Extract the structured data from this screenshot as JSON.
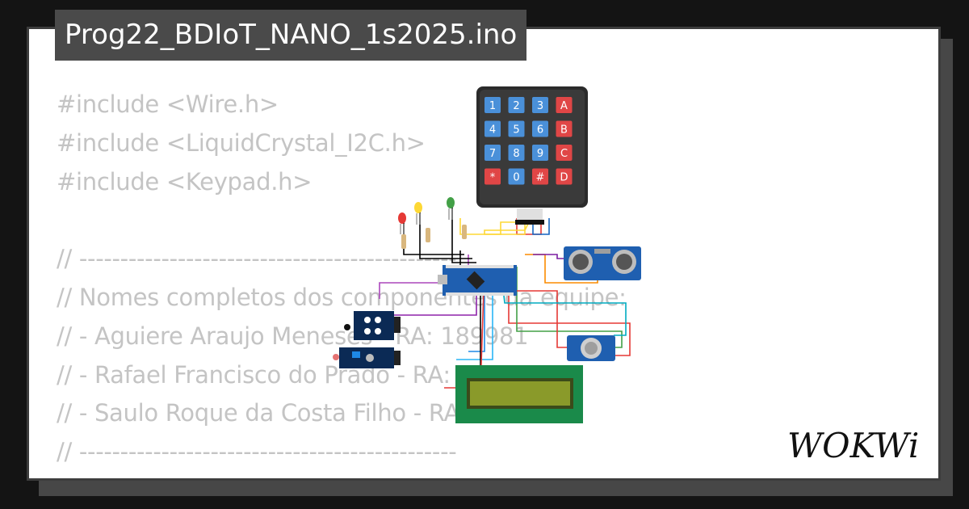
{
  "title": "Prog22_BDIoT_NANO_1s2025.ino",
  "code_lines": [
    "#include <Wire.h>",
    "#include <LiquidCrystal_I2C.h>",
    "#include <Keypad.h>",
    "",
    "// ----------------------------------------------",
    "// Nomes completos dos componentes da equipe:",
    "// - Aguiere Araujo Meneses - RA: 189981",
    "// - Rafael Francisco do Prado - RA: 114192",
    "// - Saulo Roque da Costa Filho - RA:",
    "// ----------------------------------------------"
  ],
  "keypad": {
    "keys": [
      "1",
      "2",
      "3",
      "A",
      "4",
      "5",
      "6",
      "B",
      "7",
      "8",
      "9",
      "C",
      "*",
      "0",
      "#",
      "D"
    ]
  },
  "logo": "WOKWi",
  "colors": {
    "background": "#141414",
    "card": "#ffffff",
    "title_tab": "#4a4a4a",
    "code_text": "#c4c4c4",
    "key_blue": "#4a90d9",
    "key_red": "#e04646",
    "pcb_blue": "#1f5fb0",
    "lcd_green": "#1a8a4a",
    "lcd_screen": "#8a9a2a"
  }
}
